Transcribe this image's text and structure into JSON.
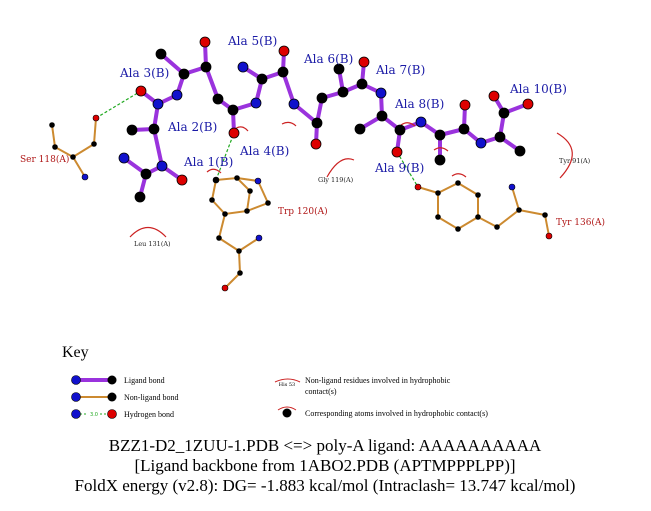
{
  "ligand_residues": [
    "Ala 1(B)",
    "Ala 2(B)",
    "Ala 3(B)",
    "Ala 4(B)",
    "Ala 5(B)",
    "Ala 6(B)",
    "Ala 7(B)",
    "Ala 8(B)",
    "Ala 9(B)",
    "Ala 10(B)"
  ],
  "contact_residues": {
    "ser118": "Ser 118(A)",
    "trp120": "Trp 120(A)",
    "tyr136": "Tyr 136(A)",
    "gly119": "Gly 119(A)",
    "tyr91": "Tyr 91(A)",
    "leu131": "Leu 131(A)"
  },
  "colors": {
    "ligand_bond": "#9a33dd",
    "nonligand_bond": "#cc8a30",
    "hbond": "#22aa22",
    "nitrogen": "#1111cc",
    "oxygen": "#dd0000",
    "carbon": "#000000",
    "hydrophobic": "#cc2222"
  },
  "key": {
    "title": "Key",
    "ligand_bond": "Ligand bond",
    "nonligand_bond": "Non-ligand bond",
    "hbond": "Hydrogen bond",
    "hbond_distance": "3.0",
    "example_residue": "His 53",
    "nonligand_residues_line1": "Non-ligand residues involved in hydrophobic",
    "nonligand_residues_line2": "contact(s)",
    "corresponding_atoms": "Corresponding atoms involved in hydrophobic contact(s)"
  },
  "caption": {
    "line1": "BZZ1-D2_1ZUU-1.PDB <=> poly-A ligand: AAAAAAAAAA",
    "line2": "[Ligand backbone from 1ABO2.PDB (APTMPPPLPP)]",
    "line3": "FoldX energy (v2.8): DG= -1.883 kcal/mol (Intraclash= 13.747 kcal/mol)"
  }
}
